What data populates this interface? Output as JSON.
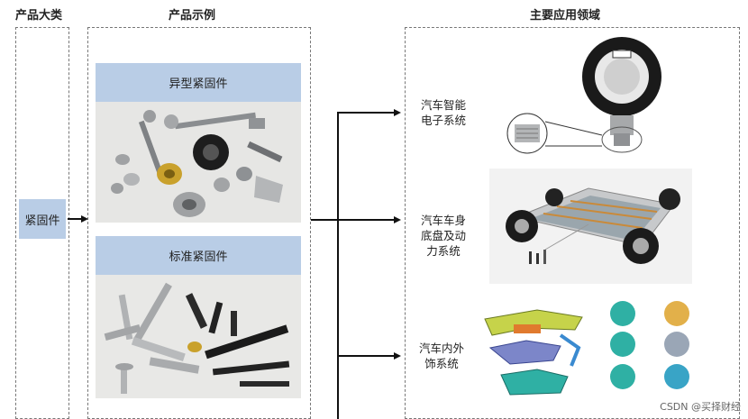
{
  "headers": {
    "category": "产品大类",
    "examples": "产品示例",
    "applications": "主要应用领域"
  },
  "category": {
    "label": "紧固件"
  },
  "examples": [
    {
      "title": "异型紧固件"
    },
    {
      "title": "标准紧固件"
    }
  ],
  "applications": [
    {
      "line1": "汽车智能",
      "line2": "电子系统",
      "line3": ""
    },
    {
      "line1": "汽车车身",
      "line2": "底盘及动",
      "line3": "力系统"
    },
    {
      "line1": "汽车内外",
      "line2": "饰系统",
      "line3": ""
    }
  ],
  "watermark": "CSDN @买择财经"
}
